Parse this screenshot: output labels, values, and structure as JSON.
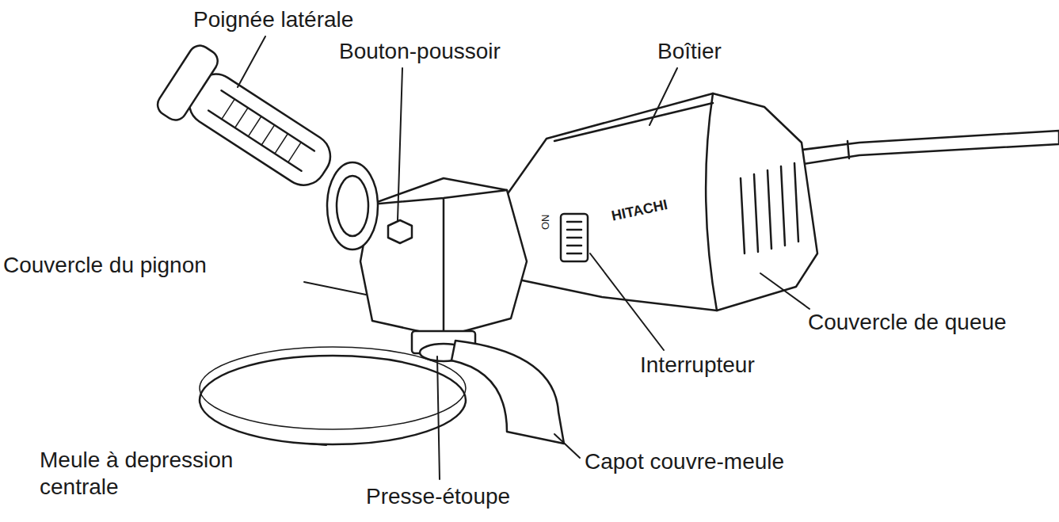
{
  "diagram": {
    "labels": [
      "Poignée latérale",
      "Bouton-poussoir",
      "Boîtier",
      "Couvercle du pignon",
      "Couvercle de queue",
      "Interrupteur",
      "Meule à depression centrale",
      "Capot couvre-meule",
      "Presse-étoupe",
      "HITACHI",
      "ON"
    ]
  }
}
